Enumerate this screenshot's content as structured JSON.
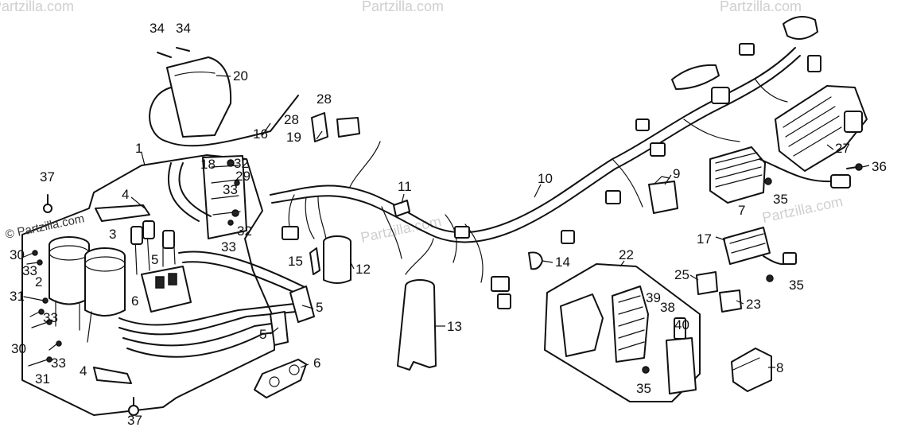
{
  "watermark": {
    "text": "© Partzilla.com",
    "repeat": "Partzilla.com"
  },
  "callouts": [
    "1",
    "2",
    "3",
    "4",
    "4",
    "5",
    "5",
    "5",
    "6",
    "6",
    "7",
    "8",
    "9",
    "10",
    "11",
    "12",
    "13",
    "14",
    "15",
    "16",
    "17",
    "19",
    "20",
    "22",
    "23",
    "25",
    "27",
    "28",
    "28",
    "29",
    "30",
    "30",
    "31",
    "31",
    "32",
    "32",
    "33",
    "33",
    "33",
    "33",
    "33",
    "34",
    "34",
    "35",
    "35",
    "35",
    "36",
    "37",
    "37",
    "38",
    "39",
    "40",
    "18"
  ]
}
